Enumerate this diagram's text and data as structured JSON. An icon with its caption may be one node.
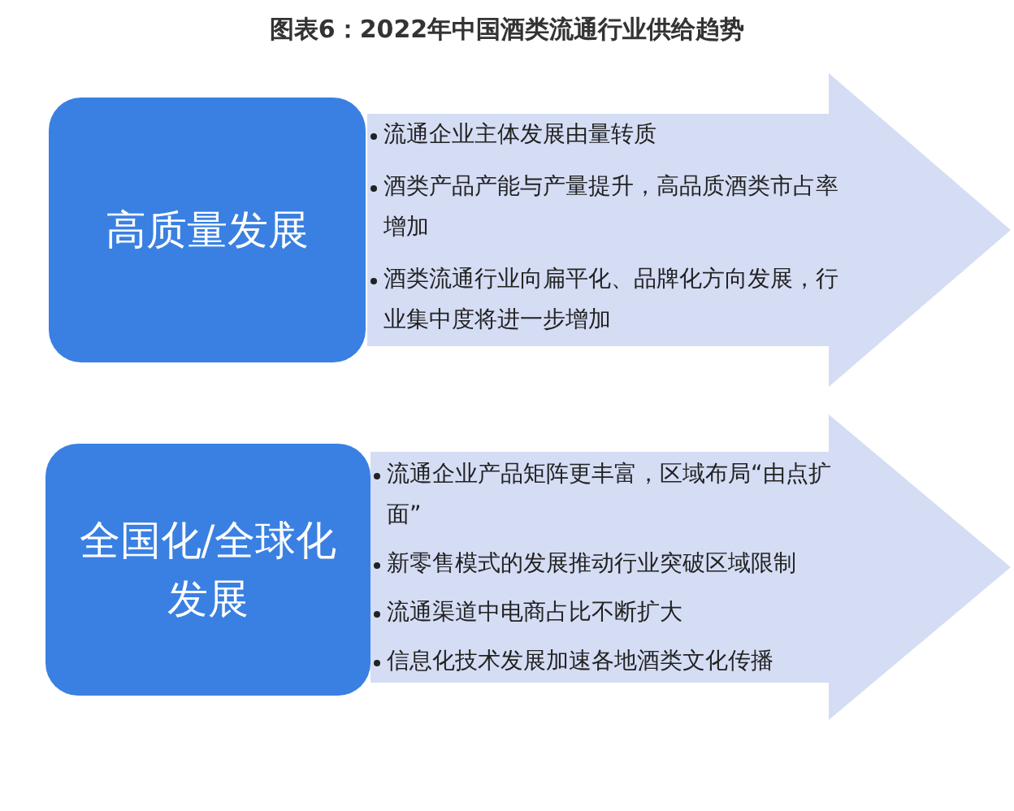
{
  "diagram": {
    "title": "图表6：2022年中国酒类流通行业供给趋势",
    "nodes": [
      {
        "text": [
          "高质量发展"
        ]
      },
      {
        "text": [
          "流通企业主体发展由量转质",
          "酒类产品产能与产量提升，高品质酒类市占率增加",
          "酒类流通行业向扁平化、品牌化方向发展，行业集中度将进一步增加"
        ]
      },
      {
        "text": [
          "全国化/全球化发展"
        ]
      },
      {
        "text": [
          "流通企业产品矩阵更丰富，区域布局“由点扩面”",
          "新零售模式的发展推动行业突破区域限制",
          "流通渠道中电商占比不断扩大",
          "信息化技术发展加速各地酒类文化传播"
        ]
      }
    ]
  }
}
